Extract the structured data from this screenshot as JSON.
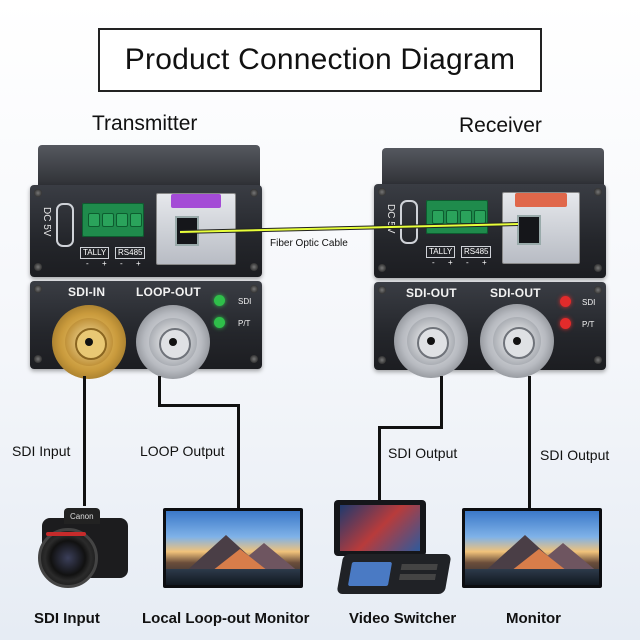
{
  "title": "Product Connection Diagram",
  "transmitter": {
    "heading": "Transmitter",
    "dc_label": "DC 5V",
    "tally_label": "TALLY",
    "rs485_label": "RS485",
    "pin_marks": [
      "-",
      "+",
      "-",
      "+"
    ],
    "port_labels": [
      "SDI-IN",
      "LOOP-OUT"
    ],
    "led_labels": [
      "SDI",
      "P/T"
    ],
    "led_color": "#2fbf4a",
    "sfp_latch_color": "#a44bd6"
  },
  "receiver": {
    "heading": "Receiver",
    "dc_label": "DC 5V",
    "tally_label": "TALLY",
    "rs485_label": "RS485",
    "pin_marks": [
      "-",
      "+",
      "-",
      "+"
    ],
    "port_labels": [
      "SDI-OUT",
      "SDI-OUT"
    ],
    "led_labels": [
      "SDI",
      "P/T"
    ],
    "led_color": "#e22b2b",
    "sfp_latch_color": "#e0674a"
  },
  "fiber_label": "Fiber Optic Cable",
  "fiber_color": "#e8ff3a",
  "connections": [
    {
      "cable_label": "SDI Input",
      "device": "SDI Input",
      "icon": "camera-icon"
    },
    {
      "cable_label": "LOOP Output",
      "device": "Local Loop-out Monitor",
      "icon": "monitor-icon"
    },
    {
      "cable_label": "SDI Output",
      "device": "Video Switcher",
      "icon": "video-switcher-icon"
    },
    {
      "cable_label": "SDI Output",
      "device": "Monitor",
      "icon": "monitor-icon"
    }
  ],
  "camera_brand": "Canon"
}
